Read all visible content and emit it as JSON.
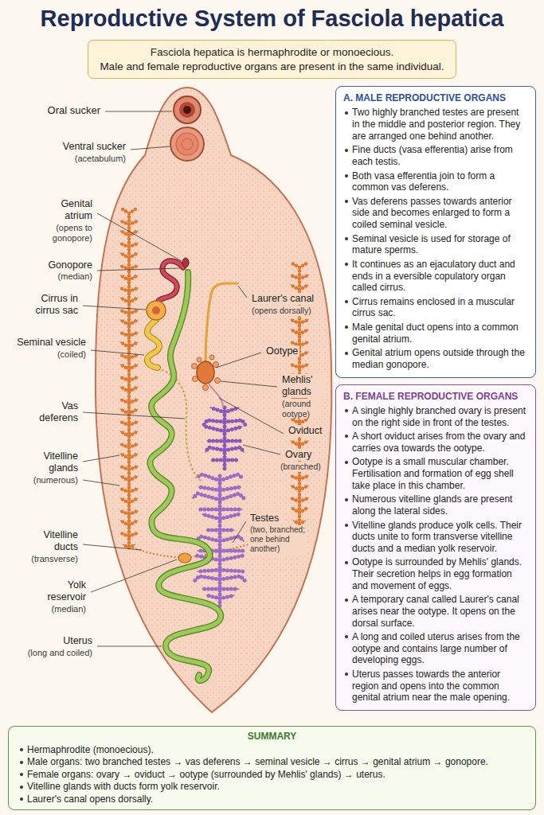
{
  "diagram": {
    "title": "Reproductive System of Fasciola hepatica",
    "nodes": [
      {
        "text": [
          "Fasciola hepatica is hermaphrodite or monoecious.",
          "Male and female reproductive organs are present in the same individual."
        ]
      },
      {
        "text": [
          "A. MALE REPRODUCTIVE ORGANS",
          "Two highly branched testes are present in the middle and posterior region. They are arranged one behind another.",
          "Fine ducts (vasa efferentia) arise from each testis.",
          "Both vasa efferentia join to form a common vas deferens.",
          "Vas deferens passes towards anterior side and becomes enlarged to form a coiled seminal vesicle.",
          "Seminal vesicle is used for storage of mature sperms.",
          "It continues as an ejaculatory duct and ends in a eversible copulatory organ called cirrus.",
          "Cirrus remains enclosed in a muscular cirrus sac.",
          "Male genital duct opens into a common genital atrium.",
          "Genital atrium opens outside through the median gonopore."
        ]
      },
      {
        "text": [
          "B. FEMALE REPRODUCTIVE ORGANS",
          "A single highly branched ovary is present on the right side in front of the testes.",
          "A short oviduct arises from the ovary and carries ova towards the ootype.",
          "Ootype is a small muscular chamber. Fertilisation and formation of egg shell take place in this chamber.",
          "Numerous vitelline glands are present along the lateral sides.",
          "Vitelline glands produce yolk cells. Their ducts unite to form transverse vitelline ducts and a median yolk reservoir.",
          "Ootype is surrounded by Mehlis' glands. Their secretion helps in egg formation and movement of eggs.",
          "A temporary canal called Laurer's canal arises near the ootype. It opens on the dorsal surface.",
          "A long and coiled uterus arises from the ootype and contains large number of developing eggs.",
          "Uterus passes towards the anterior region and opens into the common genital atrium near the male opening."
        ]
      },
      {
        "text": [
          "SUMMARY",
          "Hermaphrodite (monoecious).",
          "Male organs: two branched testes → vas deferens → seminal vesicle → cirrus → genital atrium → gonopore.",
          "Female organs: ovary → oviduct → ootype (surrounded by Mehlis' glands) → uterus.",
          "Vitelline glands with ducts form yolk reservoir.",
          "Laurer's canal opens dorsally."
        ]
      }
    ],
    "labels": [
      "Oral sucker",
      "Ventral sucker",
      "(acetabulum)",
      "Genital atrium",
      "(opens to gonopore)",
      "Gonopore",
      "(median)",
      "Cirrus in cirrus sac",
      "Seminal vesicle",
      "(coiled)",
      "Vas deferens",
      "Vitelline glands",
      "(numerous)",
      "Vitelline ducts",
      "(transverse)",
      "Yolk reservoir",
      "(median)",
      "Uterus",
      "(long and coiled)",
      "Laurer's canal",
      "(opens dorsally)",
      "Ootype",
      "Mehlis' glands",
      "(around ootype)",
      "Oviduct",
      "Ovary",
      "(branched)",
      "Testes",
      "(two, branched; one behind another)"
    ]
  }
}
